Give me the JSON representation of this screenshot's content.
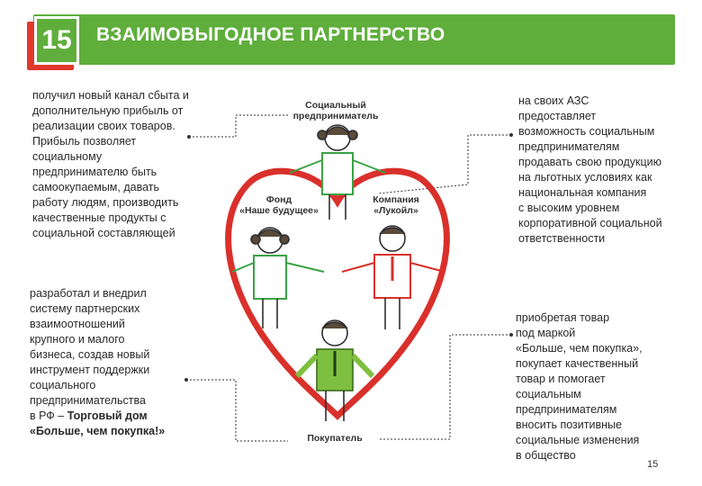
{
  "slide": {
    "number": "15",
    "title": "ВЗАИМОВЫГОДНОЕ ПАРТНЕРСТВО",
    "page_number": "15"
  },
  "labels": {
    "social_entrepreneur": [
      "Социальный",
      "предприниматель"
    ],
    "fund": [
      "Фонд",
      "«Наше будущее»"
    ],
    "company": [
      "Компания",
      "«Лукойл»"
    ],
    "buyer": "Покупатель"
  },
  "texts": {
    "top_left": [
      "получил новый канал сбыта и",
      "дополнительную прибыль от",
      "реализации своих товаров.",
      "Прибыль позволяет",
      "социальному",
      "предпринимателю быть",
      "самоокупаемым, давать",
      "работу людям, производить",
      "качественные продукты с",
      "социальной составляющей"
    ],
    "bottom_left": [
      "разработал и внедрил",
      "систему партнерских",
      "взаимоотношений",
      "крупного и малого",
      "бизнеса, создав новый",
      "инструмент поддержки",
      "социального",
      "предпринимательства"
    ],
    "bottom_left_bold_prefix": "в РФ – ",
    "bottom_left_bold": [
      "Торговый дом",
      "«Больше, чем покупка!»"
    ],
    "top_right": [
      "на своих АЗС",
      "предоставляет",
      "возможность социальным",
      "предпринимателям",
      "продавать свою продукцию",
      "на льготных условиях как",
      "национальная компания",
      "с высоким уровнем",
      "корпоративной социальной",
      "ответственности"
    ],
    "bottom_right": [
      "приобретая товар",
      "под маркой",
      "«Больше, чем покупка»,",
      "покупает качественный",
      "товар и помогает",
      "социальным",
      "предпринимателям",
      "вносить позитивные",
      "социальные изменения",
      "в общество"
    ]
  },
  "colors": {
    "header_green": "#5fae3c",
    "badge_red": "#e0392c",
    "heart_red": "#d9302b",
    "figure_green": "#3aa246"
  }
}
